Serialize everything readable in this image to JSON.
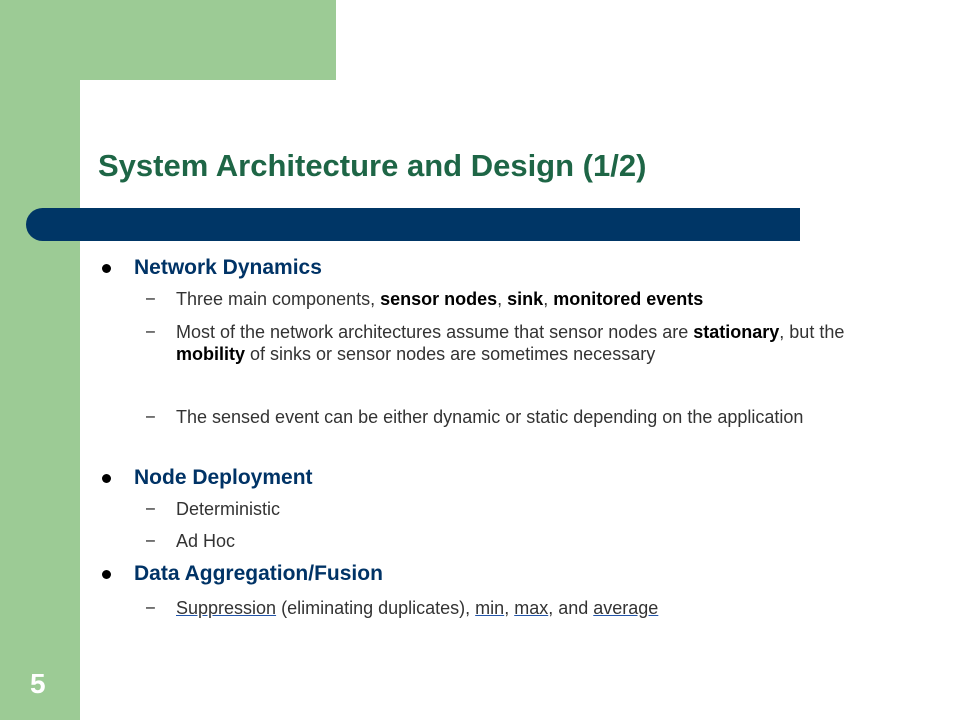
{
  "slide": {
    "title": "System Architecture and Design (1/2)",
    "page_number": "5",
    "colors": {
      "green": "#9ccb95",
      "navy": "#003666",
      "title": "#1e6646",
      "heading": "#003366"
    }
  },
  "sections": [
    {
      "heading": "Network Dynamics",
      "items": [
        {
          "t1": "Three main components, ",
          "b1": "sensor nodes",
          "t2": ", ",
          "b2": "sink",
          "t3": ", ",
          "b3": "monitored events"
        },
        {
          "t1": "Most of the network architectures assume that sensor nodes are ",
          "b1": "stationary",
          "t2": ", but the ",
          "b2": "mobility",
          "t3": " of sinks or sensor nodes are sometimes necessary"
        },
        {
          "text": "The sensed event can be either dynamic or static depending on the application"
        }
      ]
    },
    {
      "heading": "Node Deployment",
      "items": [
        {
          "text": "Deterministic"
        },
        {
          "text": "Ad Hoc"
        }
      ]
    },
    {
      "heading": "Data Aggregation/Fusion",
      "items": [
        {
          "l1": "Suppression",
          "t1": " (eliminating duplicates), ",
          "l2": "min",
          "t2": ", ",
          "l3": "max",
          "t3": ", and ",
          "l4": "average"
        }
      ]
    }
  ],
  "dash_char": "–"
}
